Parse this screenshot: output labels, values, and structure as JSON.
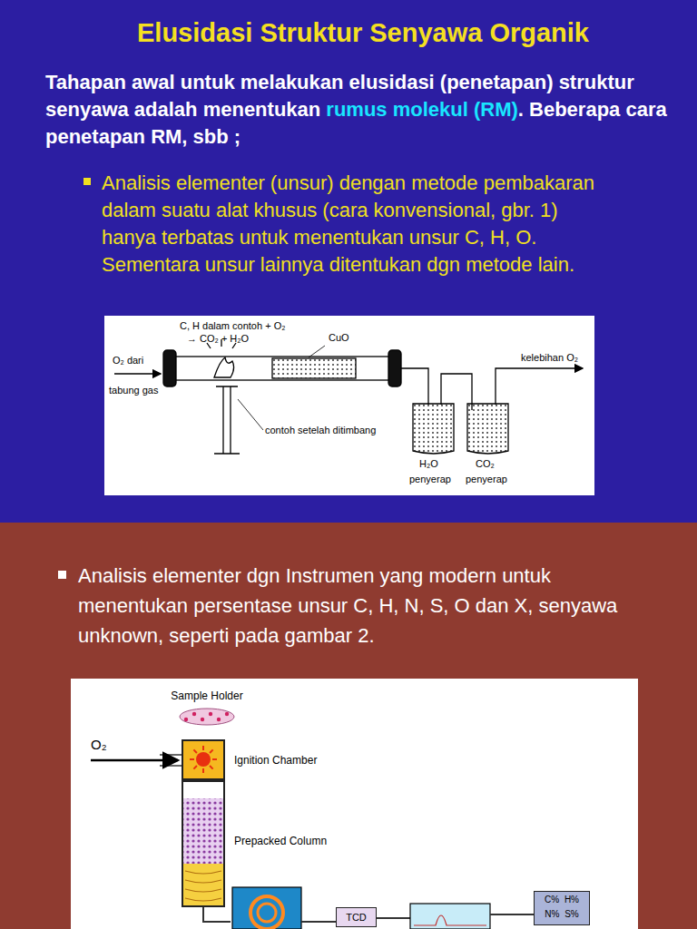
{
  "diagram": {
    "title": "Elusidasi Struktur Senyawa Organik",
    "nodes": [
      {
        "text": [
          "Sample Holder"
        ]
      },
      {
        "text": [
          "Ignition Chamber"
        ]
      },
      {
        "text": [
          "Prepacked Column"
        ]
      },
      {
        "text": [
          "TCD"
        ]
      },
      {
        "text": [
          "C% H% N% S%"
        ]
      }
    ],
    "labels": [
      "Tahapan awal untuk melakukan elusidasi (penetapan) struktur senyawa adalah menentukan ",
      "rumus molekul (RM)",
      ". Beberapa cara penetapan RM, sbb ;",
      "Analisis elementer (unsur) dengan metode pembakaran dalam suatu alat khusus (cara konvensional, gbr. 1) hanya  terbatas untuk menentukan unsur C, H, O. Sementara  unsur lainnya ditentukan dgn metode lain.",
      "C, H dalam contoh + O₂",
      "→ CO₂ + H₂O",
      "CuO",
      "O₂ dari",
      "tabung gas",
      "kelebihan O₂",
      "contoh setelah ditimbang",
      "H₂O",
      "penyerap",
      "CO₂",
      "penyerap",
      "Analisis elementer dgn Instrumen yang modern untuk menentukan persentase unsur C, H, N, S, O dan X, senyawa unknown, seperti pada gambar 2.",
      "O₂"
    ]
  }
}
